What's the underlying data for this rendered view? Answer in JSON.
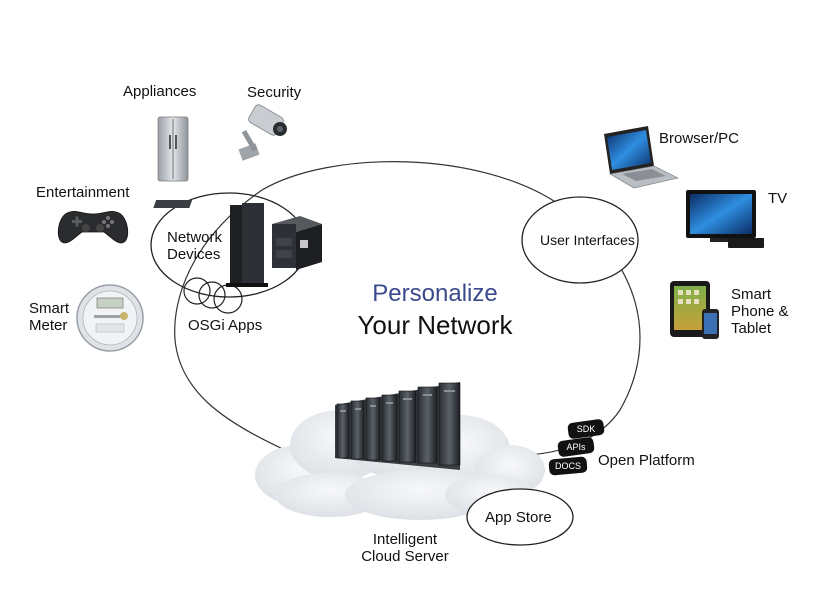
{
  "heading": {
    "line1": "Personalize",
    "line2": "Your Network"
  },
  "nodes": {
    "appliances": "Appliances",
    "security": "Security",
    "entertainment": "Entertainment",
    "smart_meter_line1": "Smart",
    "smart_meter_line2": "Meter",
    "network_devices_line1": "Network",
    "network_devices_line2": "Devices",
    "osgi_apps": "OSGi Apps",
    "user_interfaces": "User Interfaces",
    "browser_pc": "Browser/PC",
    "tv": "TV",
    "smart_phone_line1": "Smart",
    "smart_phone_line2": "Phone &",
    "smart_phone_line3": "Tablet",
    "open_platform": "Open Platform",
    "app_store": "App Store",
    "cloud_server_line1": "Intelligent",
    "cloud_server_line2": "Cloud Server"
  },
  "badges": {
    "sdk": "SDK",
    "apis": "APIs",
    "docs": "DOCS"
  },
  "colors": {
    "heading_accent": "#3b4a8c",
    "lines": "#333333",
    "cloud": "#e8ebee",
    "badge": "#111111",
    "screen_blue": "#1e6fbf"
  },
  "icons": [
    "refrigerator-icon",
    "security-camera-icon",
    "game-controller-icon",
    "smart-meter-icon",
    "router-icon",
    "nas-storage-icon",
    "laptop-icon",
    "tv-icon",
    "tablet-icon",
    "smartphone-icon",
    "server-rack-icon",
    "cloud-icon"
  ]
}
